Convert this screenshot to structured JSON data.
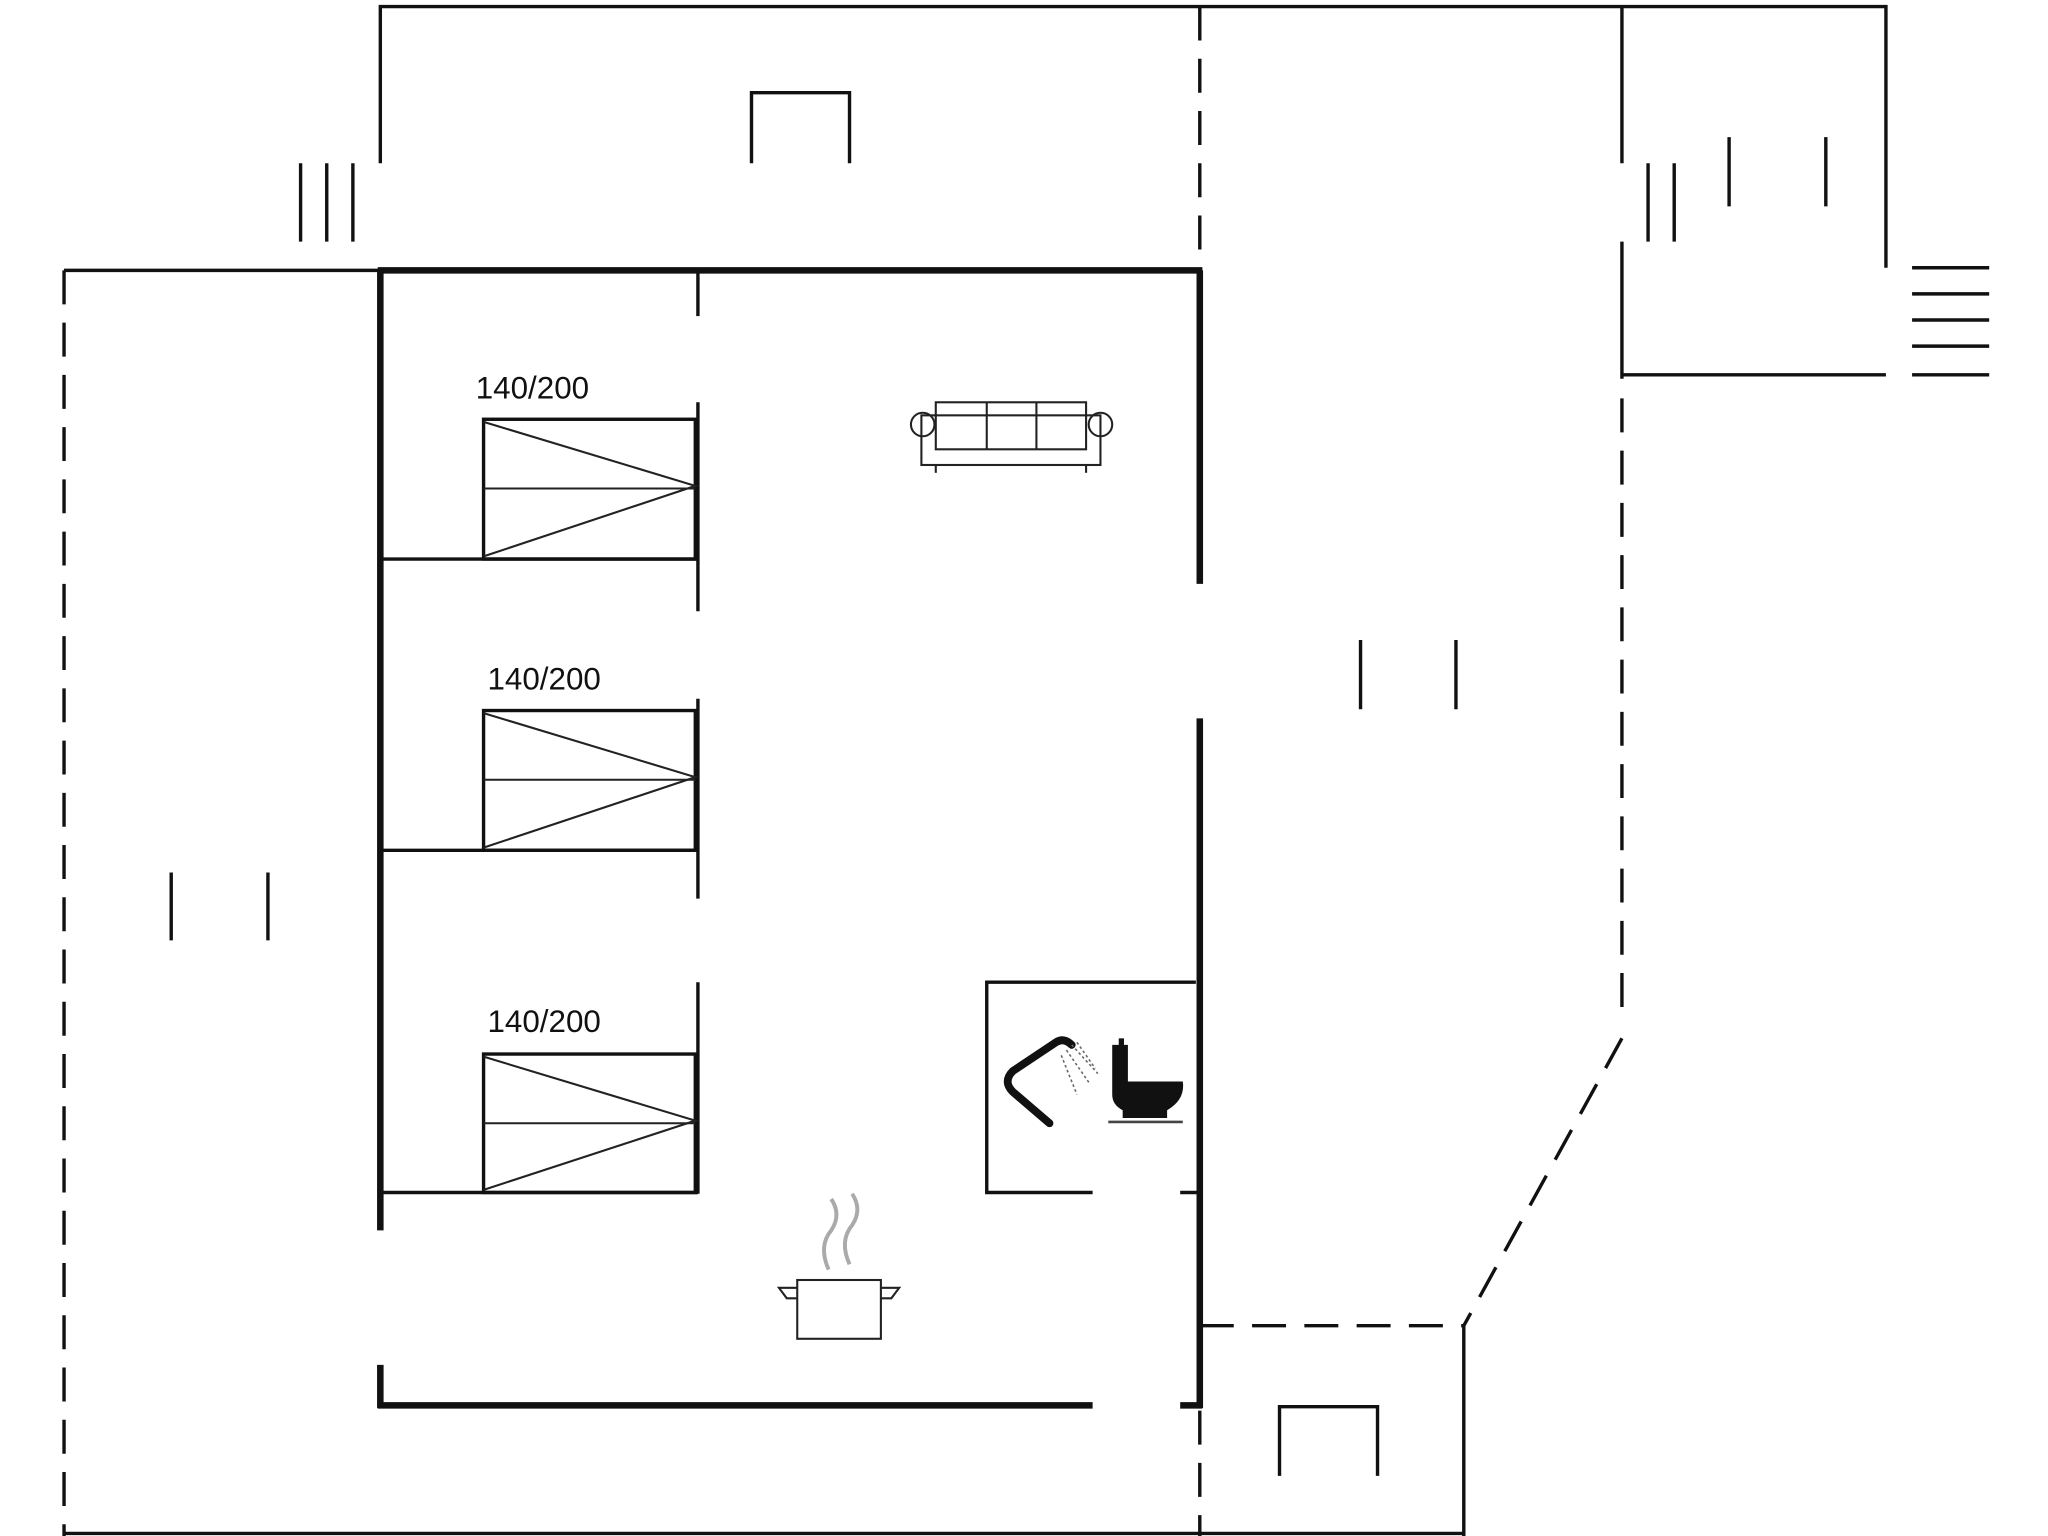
{
  "plan": {
    "beds": [
      {
        "label": "140/200"
      },
      {
        "label": "140/200"
      },
      {
        "label": "140/200"
      }
    ],
    "icons": [
      "sofa-icon",
      "shower-icon",
      "toilet-icon",
      "cooking-pot-icon",
      "stairs-icon"
    ]
  }
}
